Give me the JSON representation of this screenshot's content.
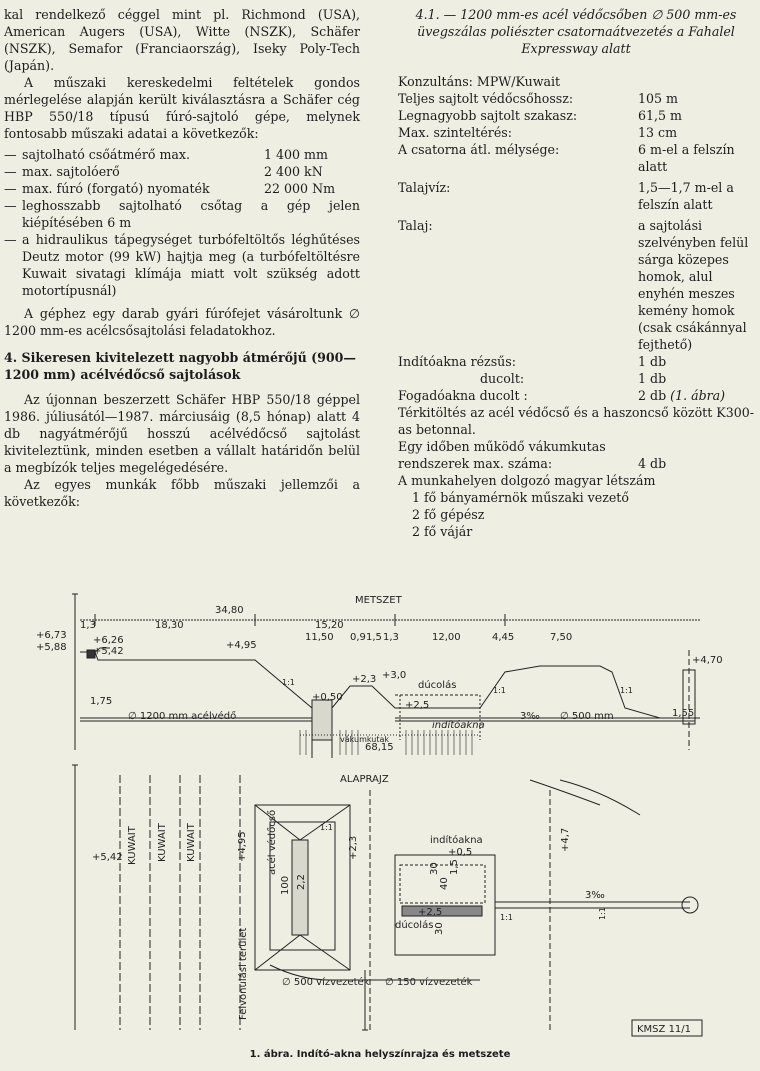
{
  "left_column": {
    "p_intro": "kal rendelkező céggel mint pl. Richmond (USA), American Augers (USA), Witte (NSZK), Schäfer (NSZK), Semafor (Franciaország), Iseky Poly-Tech (Japán).",
    "p_select": "A műszaki kereskedelmi feltételek gondos mérlegelése alapján került kiválasztásra a Schäfer cég HBP 550/18 típusú fúró-sajtoló gépe, melynek fontosabb műszaki adatai a következők:",
    "specs": [
      {
        "dash": "—",
        "label": "sajtolható csőátmérő max.",
        "value": "1 400 mm"
      },
      {
        "dash": "—",
        "label": "max. sajtolóerő",
        "value": "2 400 kN"
      },
      {
        "dash": "—",
        "label": "max. fúró (forgató) nyomaték",
        "value": "22 000 Nm"
      }
    ],
    "spec_long": "leghosszabb sajtolható csőtag a gép jelen kiépítésében 6 m",
    "spec_hydraulic": "a hidraulikus tápegységet turbófeltöltős léghűtéses Deutz motor (99 kW) hajtja meg (a turbófeltöltésre Kuwait sivatagi klímája miatt volt szükség adott motortípusnál)",
    "dash": "—",
    "p_head": "A géphez egy darab gyári fúrófejet vásároltunk ∅ 1200 mm-es acélcsősajtolási feladatokhoz.",
    "heading": "4. Sikeresen kivitelezett nagyobb átmérőjű (900—1200 mm) acélvédőcső sajtolások",
    "p_new": "Az újonnan beszerzett Schäfer HBP 550/18 géppel 1986. júliusától—1987. márciusáig (8,5 hónap) alatt 4 db nagyátmérőjű hosszú acélvédőcső sajtolást kiviteleztünk, minden esetben a vállalt határidőn belül a megbízók teljes megelégedésére.",
    "p_each": "Az egyes munkák főbb műszaki jellemzői a következők:"
  },
  "right_column": {
    "title_line1": "4.1. — 1200 mm-es acél védőcsőben ∅ 500 mm-es",
    "title_line2": "üvegszálas poliészter csatornaátvezetés a Fahalel",
    "title_line3": "Expressway alatt",
    "consultant": "Konzultáns: MPW/Kuwait",
    "rows": [
      {
        "k": "Teljes sajtolt védőcsőhossz:",
        "v": "105 m"
      },
      {
        "k": "Legnagyobb sajtolt szakasz:",
        "v": "61,5 m"
      },
      {
        "k": "Max. szinteltérés:",
        "v": "13 cm"
      }
    ],
    "depth_label": "A csatorna átl. mélysége:",
    "depth_value": "6 m-el a felszín alatt",
    "groundwater_label": "Talajvíz:",
    "groundwater_value": "1,5—1,7 m-el a felszín alatt",
    "soil_label": "Talaj:",
    "soil_value": "a sajtolási szelvényben felül sárga közepes homok, alul enyhén meszes kemény homok (csak csákánnyal fejthető)",
    "shaft_rows": [
      {
        "k": "Indítóakna rézsűs:",
        "v": "1 db"
      },
      {
        "k": "ducolt:",
        "v": "1 db"
      },
      {
        "k": "Fogadóakna ducolt :",
        "v": "2 db",
        "note": "(1. ábra)"
      }
    ],
    "fill_text": "Térkitöltés az acél védőcső és a haszoncső között K300-as betonnal.",
    "vacuum_text": "Egy időben működő vákumkutas",
    "vacuum_k": "rendszerek max. száma:",
    "vacuum_v": "4 db",
    "staff_title": "A munkahelyen dolgozó magyar létszám",
    "staff": [
      "1 fő bányamérnök műszaki vezető",
      "2 fő gépész",
      "2 fő vájár"
    ]
  },
  "figure": {
    "section_title": "METSZET",
    "plan_title": "ALAPRAJZ",
    "top_dims": [
      "1,3",
      "18,30",
      "34,80",
      "15,20",
      "11,50",
      "0,9",
      "1,5",
      "1,3",
      "12,00",
      "4,45",
      "7,50"
    ],
    "levels": [
      "+6,73",
      "+5,88",
      "+6,26",
      "+5,42",
      "+4,95",
      "+0,50",
      "+2,3",
      "+3,0",
      "+2,5",
      "+4,70",
      "1,55",
      "1,75"
    ],
    "labels": {
      "pipe_1200": "∅ 1200 mm acélvédő",
      "pipe_500": "∅ 500 mm",
      "ducolas": "dúcolás",
      "inditoakna": "indítóakna",
      "vakumkutak": "vákumkutak",
      "length_68": "68,15",
      "slope": "3‰",
      "slope_11": "1:1",
      "kuwait": "KUWAIT",
      "acel_vedocso": "acél védőcső",
      "felvonulasi": "Felvonulási terület",
      "vizvezetek_500": "∅ 500 vízvezeték",
      "vizvezetek_150": "∅ 150 vízvezeték",
      "plan_level_542": "+5,42",
      "plan_level_495": "+4,95",
      "plan_level_05": "+0,5",
      "plan_level_25": "+2,5",
      "plan_level_47": "+4,7",
      "plan_level_23": "+2,3",
      "plan_dim_100": "100",
      "plan_dim_22": "2,2",
      "plan_dim_30": "30",
      "plan_dim_40": "40",
      "plan_dim_15": "1,5",
      "stamp": "KMSZ 11/1"
    },
    "caption": "1. ábra. Indító-akna helyszínrajza és metszete"
  }
}
